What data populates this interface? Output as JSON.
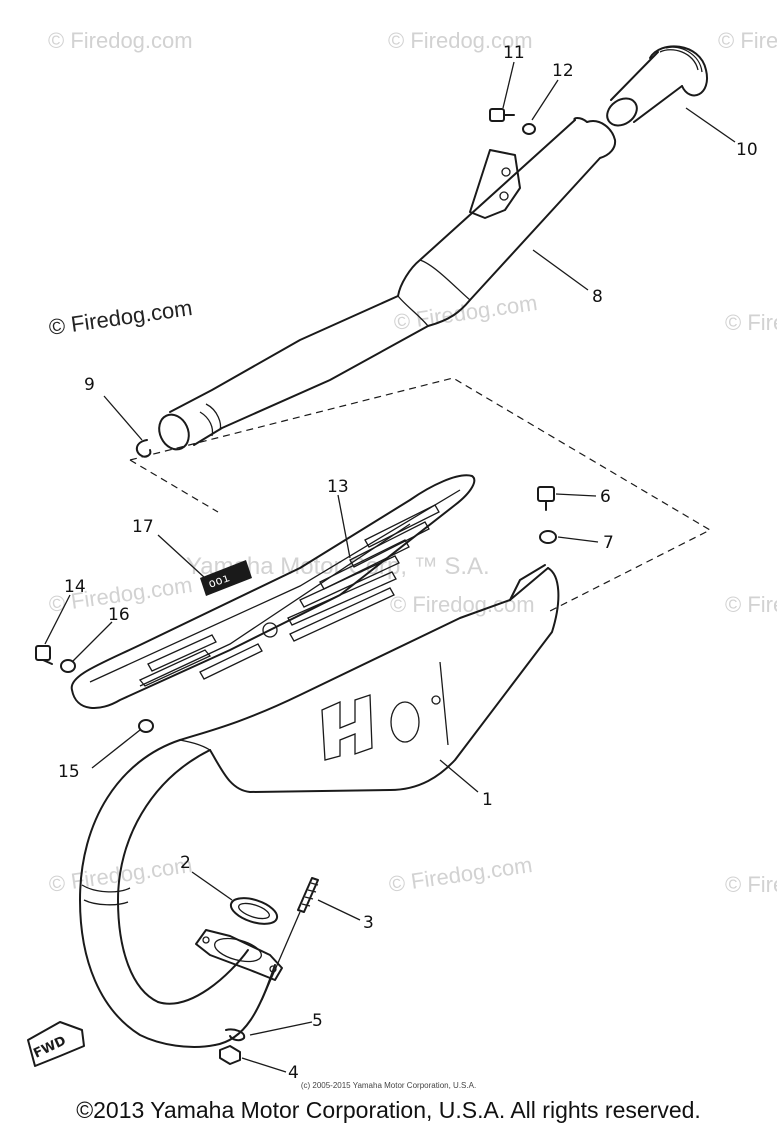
{
  "watermarks": {
    "firedog": "© Firedog.com",
    "firedog_lower": "© Firedog.com",
    "yamaha": "Yamaha Motor Corp, ™ S.A."
  },
  "callouts": {
    "p1": "1",
    "p2": "2",
    "p3": "3",
    "p4": "4",
    "p5": "5",
    "p6": "6",
    "p7": "7",
    "p8": "8",
    "p9": "9",
    "p10": "10",
    "p11": "11",
    "p12": "12",
    "p13": "13",
    "p14": "14",
    "p15": "15",
    "p16": "16",
    "p17": "17"
  },
  "decal_text": "ooı",
  "fwd_label": "FWD",
  "footer": {
    "small_copyright": "(c) 2005-2015 Yamaha Motor Corporation, U.S.A.",
    "main_copyright": "©2013 Yamaha Motor Corporation, U.S.A. All rights reserved."
  }
}
